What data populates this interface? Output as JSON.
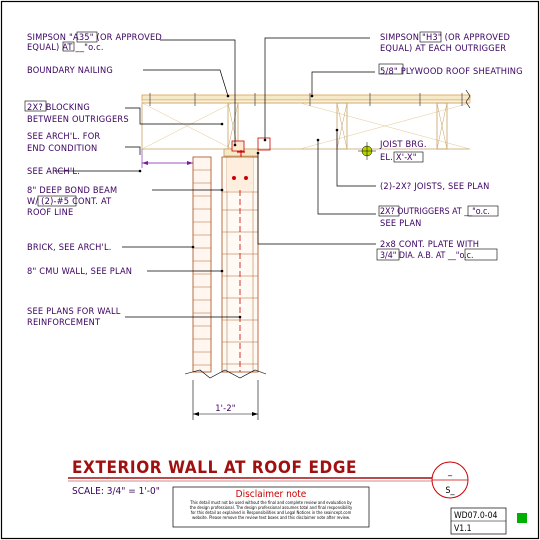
{
  "labels": {
    "simpson_a35_line1": "SIMPSON \"A35\" (OR APPROVED",
    "simpson_a35_line2": "EQUAL) AT __\"o.c.",
    "boundary_nailing": "BOUNDARY NAILING",
    "blocking_line1": "2X? BLOCKING",
    "blocking_line2": "BETWEEN OUTRIGGERS",
    "see_arch_end_line1": "SEE ARCH'L. FOR",
    "see_arch_end_line2": "END CONDITION",
    "see_arch": "SEE ARCH'L.",
    "bond_beam_line1": "8\" DEEP BOND BEAM",
    "bond_beam_line2": "W/ (2)-#5 CONT. AT",
    "bond_beam_line3": "ROOF LINE",
    "brick": "BRICK, SEE ARCH'L.",
    "cmu_wall": "8\" CMU WALL, SEE PLAN",
    "wall_reinf_line1": "SEE PLANS FOR WALL",
    "wall_reinf_line2": "REINFORCEMENT",
    "simpson_h3_line1": "SIMPSON \"H3\" (OR APPROVED",
    "simpson_h3_line2": "EQUAL) AT EACH OUTRIGGER",
    "plywood": "5/8\" PLYWOOD ROOF SHEATHING",
    "joist_brg": "JOIST BRG.",
    "joist_el": "EL. X'-X\"",
    "joists": "(2)-2X? JOISTS, SEE PLAN",
    "outriggers_line1": "2X? OUTRIGGERS AT __\"o.c.",
    "outriggers_line2": "SEE PLAN",
    "plate_line1": "2x8 CONT. PLATE WITH",
    "plate_line2": "3/4\" DIA. A.B. AT __\"o.c.",
    "dimension": "1'-2\""
  },
  "title_block": {
    "title": "EXTERIOR WALL AT ROOF EDGE",
    "scale": "SCALE: 3/4\" = 1'-0\"",
    "detail_number": "_",
    "sheet_number": "S_",
    "drawing_code": "WD07.0-04",
    "version": "V1.1"
  },
  "disclaimer": {
    "title": "Disclaimer note",
    "lines": [
      "This detail must not be used without the final and complete review and evaluation by",
      "the design professional. The design professional assumes total and final responsibility",
      "for this detail as explained in Responsibilities and Legal Notices in the seaincept.com",
      "website. Please remove the review text boxes and this disclaimer note after review."
    ]
  },
  "colors": {
    "text": "#3a0060",
    "title": "#a01010",
    "framing": "#c8a060",
    "sheathing": "#d9a050",
    "masonry": "#b06030",
    "rebar": "#cc0000",
    "leader": "#000000",
    "status_square": "#00b000"
  }
}
